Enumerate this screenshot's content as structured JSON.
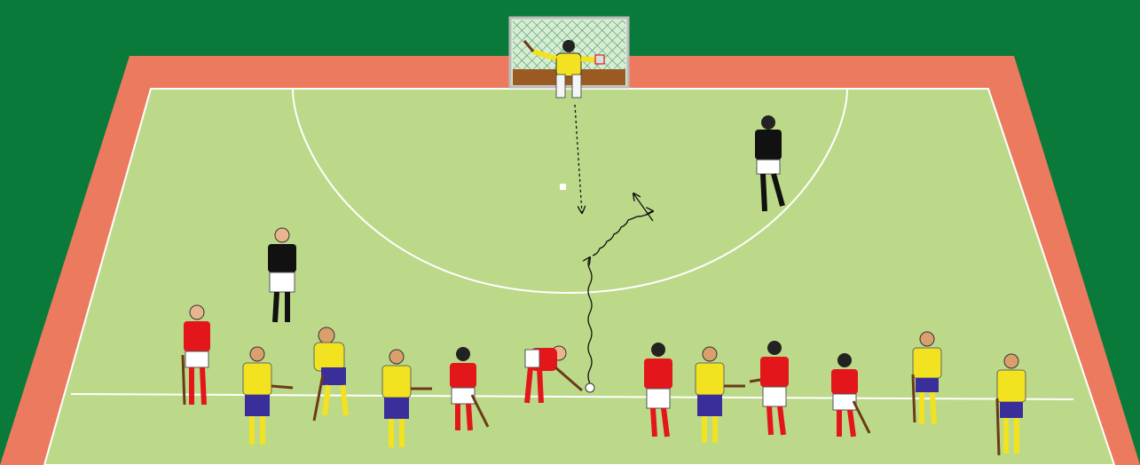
{
  "diagram": {
    "kind": "field-hockey-drill",
    "colors": {
      "background": "#0a7a3a",
      "runoff": "#ec7a5f",
      "pitch": "#bcd98a",
      "lines": "#ffffff",
      "team_yellow_shirt": "#f2e21f",
      "team_yellow_shorts": "#3a2f9a",
      "team_red_shirt": "#e3161b",
      "team_red_shorts": "#ffffff",
      "umpire": "#111111",
      "goalkeeper": "#f2e21f"
    },
    "players": [
      {
        "team": "red",
        "role": "player"
      },
      {
        "team": "yellow",
        "role": "player"
      },
      {
        "team": "yellow",
        "role": "player"
      },
      {
        "team": "yellow",
        "role": "player"
      },
      {
        "team": "red",
        "role": "player"
      },
      {
        "team": "red",
        "role": "player-with-ball"
      },
      {
        "team": "red",
        "role": "player"
      },
      {
        "team": "yellow",
        "role": "player"
      },
      {
        "team": "red",
        "role": "player"
      },
      {
        "team": "red",
        "role": "player"
      },
      {
        "team": "yellow",
        "role": "player"
      },
      {
        "team": "yellow",
        "role": "player"
      }
    ],
    "umpires": 2,
    "goalkeepers": 1,
    "icons": [
      "goal-net-icon",
      "ball-icon",
      "penalty-spot-icon",
      "dribble-path-arrow",
      "pass-path-arrow"
    ]
  }
}
